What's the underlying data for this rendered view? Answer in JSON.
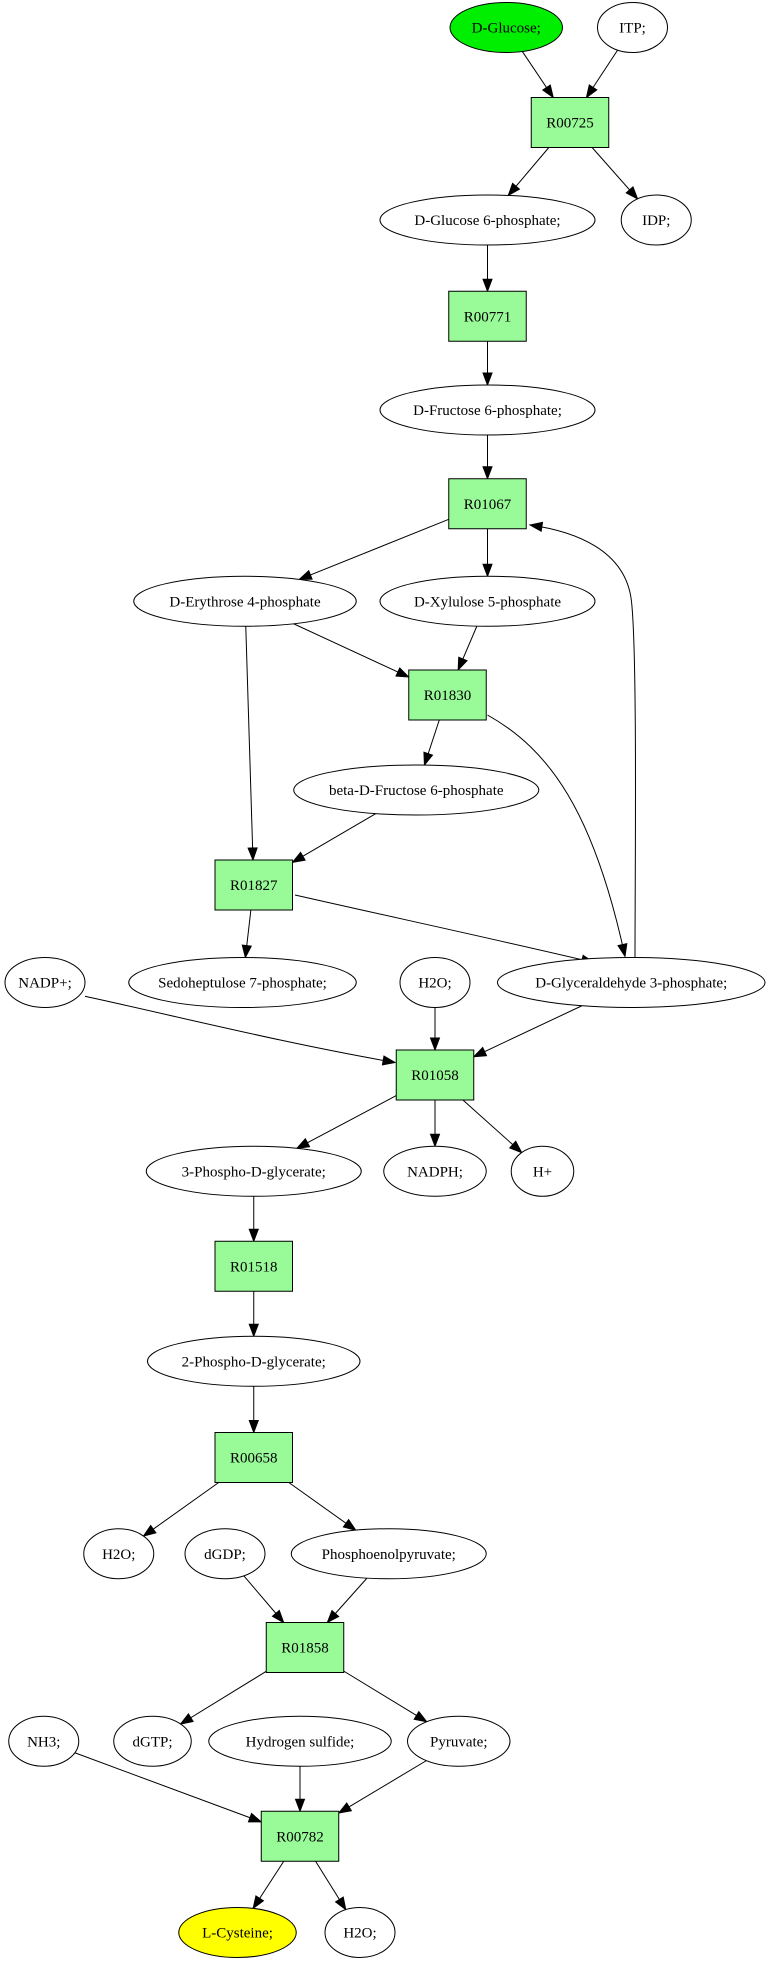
{
  "colors": {
    "start": "#00ee00",
    "end": "#ffff00",
    "reaction": "#98fb98",
    "compound": "#ffffff"
  },
  "nodes": [
    {
      "id": "glucose",
      "kind": "compound",
      "role": "start",
      "label": "D-Glucose;"
    },
    {
      "id": "itp",
      "kind": "compound",
      "label": "ITP;"
    },
    {
      "id": "r00725",
      "kind": "reaction",
      "label": "R00725"
    },
    {
      "id": "g6p",
      "kind": "compound",
      "label": "D-Glucose 6-phosphate;"
    },
    {
      "id": "idp",
      "kind": "compound",
      "label": "IDP;"
    },
    {
      "id": "r00771",
      "kind": "reaction",
      "label": "R00771"
    },
    {
      "id": "f6p",
      "kind": "compound",
      "label": "D-Fructose 6-phosphate;"
    },
    {
      "id": "r01067",
      "kind": "reaction",
      "label": "R01067"
    },
    {
      "id": "e4p",
      "kind": "compound",
      "label": "D-Erythrose 4-phosphate"
    },
    {
      "id": "x5p",
      "kind": "compound",
      "label": "D-Xylulose 5-phosphate"
    },
    {
      "id": "r01830",
      "kind": "reaction",
      "label": "R01830"
    },
    {
      "id": "bf6p",
      "kind": "compound",
      "label": "beta-D-Fructose 6-phosphate"
    },
    {
      "id": "r01827",
      "kind": "reaction",
      "label": "R01827"
    },
    {
      "id": "s7p",
      "kind": "compound",
      "label": "Sedoheptulose 7-phosphate;"
    },
    {
      "id": "nadp",
      "kind": "compound",
      "label": "NADP+;"
    },
    {
      "id": "h2o_a",
      "kind": "compound",
      "label": "H2O;"
    },
    {
      "id": "g3p",
      "kind": "compound",
      "label": "D-Glyceraldehyde 3-phosphate;"
    },
    {
      "id": "r01058",
      "kind": "reaction",
      "label": "R01058"
    },
    {
      "id": "pga3",
      "kind": "compound",
      "label": "3-Phospho-D-glycerate;"
    },
    {
      "id": "nadph",
      "kind": "compound",
      "label": "NADPH;"
    },
    {
      "id": "hplus",
      "kind": "compound",
      "label": "H+"
    },
    {
      "id": "r01518",
      "kind": "reaction",
      "label": "R01518"
    },
    {
      "id": "pga2",
      "kind": "compound",
      "label": "2-Phospho-D-glycerate;"
    },
    {
      "id": "r00658",
      "kind": "reaction",
      "label": "R00658"
    },
    {
      "id": "h2o_b",
      "kind": "compound",
      "label": "H2O;"
    },
    {
      "id": "dgdp",
      "kind": "compound",
      "label": "dGDP;"
    },
    {
      "id": "pep",
      "kind": "compound",
      "label": "Phosphoenolpyruvate;"
    },
    {
      "id": "r01858",
      "kind": "reaction",
      "label": "R01858"
    },
    {
      "id": "nh3",
      "kind": "compound",
      "label": "NH3;"
    },
    {
      "id": "dgtp",
      "kind": "compound",
      "label": "dGTP;"
    },
    {
      "id": "h2s",
      "kind": "compound",
      "label": "Hydrogen sulfide;"
    },
    {
      "id": "pyr",
      "kind": "compound",
      "label": "Pyruvate;"
    },
    {
      "id": "r00782",
      "kind": "reaction",
      "label": "R00782"
    },
    {
      "id": "cys",
      "kind": "compound",
      "role": "end",
      "label": "L-Cysteine;"
    },
    {
      "id": "h2o_c",
      "kind": "compound",
      "label": "H2O;"
    }
  ],
  "edges": [
    [
      "glucose",
      "r00725"
    ],
    [
      "itp",
      "r00725"
    ],
    [
      "r00725",
      "g6p"
    ],
    [
      "r00725",
      "idp"
    ],
    [
      "g6p",
      "r00771"
    ],
    [
      "r00771",
      "f6p"
    ],
    [
      "f6p",
      "r01067"
    ],
    [
      "r01067",
      "e4p"
    ],
    [
      "r01067",
      "x5p"
    ],
    [
      "e4p",
      "r01830"
    ],
    [
      "x5p",
      "r01830"
    ],
    [
      "e4p",
      "r01827"
    ],
    [
      "r01830",
      "bf6p"
    ],
    [
      "r01830",
      "g3p"
    ],
    [
      "bf6p",
      "r01827"
    ],
    [
      "r01827",
      "s7p"
    ],
    [
      "r01827",
      "g3p"
    ],
    [
      "g3p",
      "r01067"
    ],
    [
      "nadp",
      "r01058"
    ],
    [
      "h2o_a",
      "r01058"
    ],
    [
      "g3p",
      "r01058"
    ],
    [
      "r01058",
      "pga3"
    ],
    [
      "r01058",
      "nadph"
    ],
    [
      "r01058",
      "hplus"
    ],
    [
      "pga3",
      "r01518"
    ],
    [
      "r01518",
      "pga2"
    ],
    [
      "pga2",
      "r00658"
    ],
    [
      "r00658",
      "h2o_b"
    ],
    [
      "r00658",
      "pep"
    ],
    [
      "dgdp",
      "r01858"
    ],
    [
      "pep",
      "r01858"
    ],
    [
      "r01858",
      "dgtp"
    ],
    [
      "r01858",
      "pyr"
    ],
    [
      "nh3",
      "r00782"
    ],
    [
      "h2s",
      "r00782"
    ],
    [
      "pyr",
      "r00782"
    ],
    [
      "r00782",
      "cys"
    ],
    [
      "r00782",
      "h2o_c"
    ]
  ]
}
